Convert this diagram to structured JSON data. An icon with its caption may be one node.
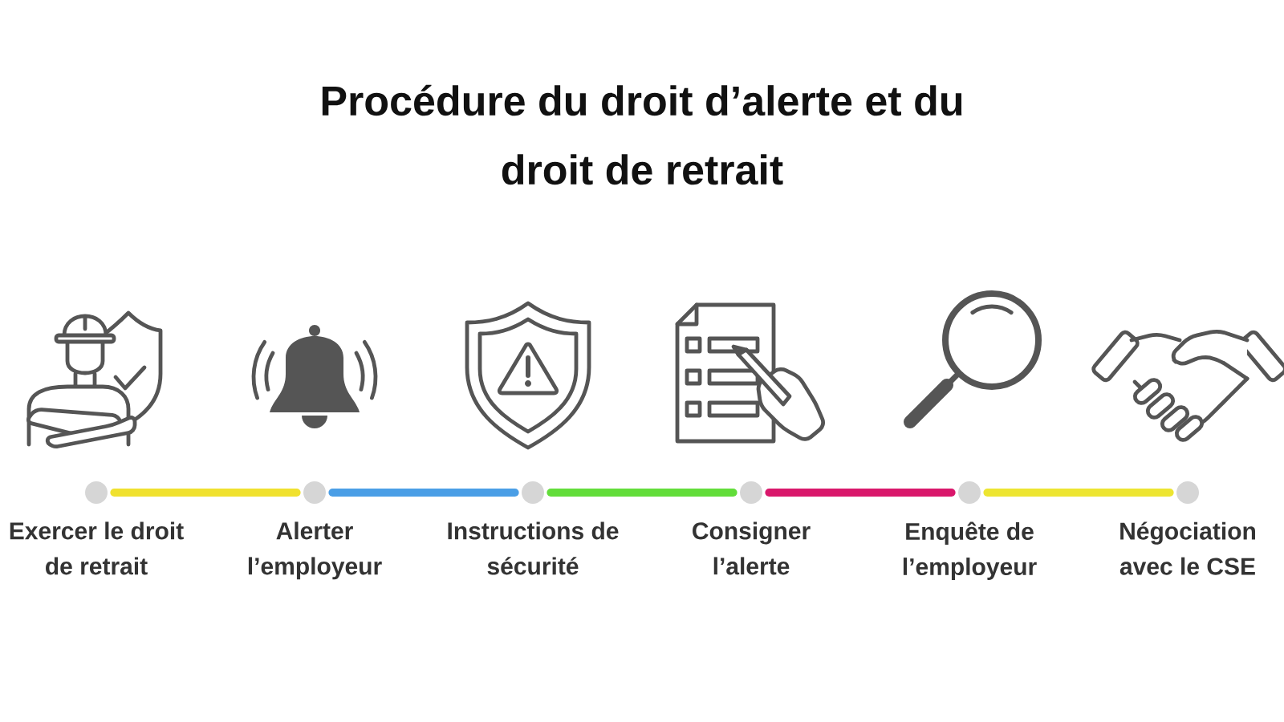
{
  "diagram": {
    "title": "Procédure du droit d’alerte et du droit de retrait",
    "nodes": [
      {
        "text": [],
        "shape": "circle",
        "beside": [
          "Exercer le droit de retrait"
        ]
      },
      {
        "text": [],
        "shape": "circle",
        "beside": [
          "Alerter l’employeur"
        ]
      },
      {
        "text": [],
        "shape": "circle",
        "beside": [
          "Instructions de sécurité"
        ]
      },
      {
        "text": [],
        "shape": "circle",
        "beside": [
          "Consigner l’alerte"
        ]
      },
      {
        "text": [],
        "shape": "circle",
        "beside": [
          "Enquête de l’employeur"
        ]
      },
      {
        "text": [],
        "shape": "circle",
        "beside": [
          "Négociation avec le CSE"
        ]
      }
    ],
    "edges": [
      {
        "from": 0,
        "to": 1,
        "arrow": "none",
        "color": "#f0e12e"
      },
      {
        "from": 1,
        "to": 2,
        "arrow": "none",
        "color": "#4a9ee6"
      },
      {
        "from": 2,
        "to": 3,
        "arrow": "none",
        "color": "#62dd3a"
      },
      {
        "from": 3,
        "to": 4,
        "arrow": "none",
        "color": "#d9176b"
      },
      {
        "from": 4,
        "to": 5,
        "arrow": "none",
        "color": "#ede531"
      }
    ]
  }
}
